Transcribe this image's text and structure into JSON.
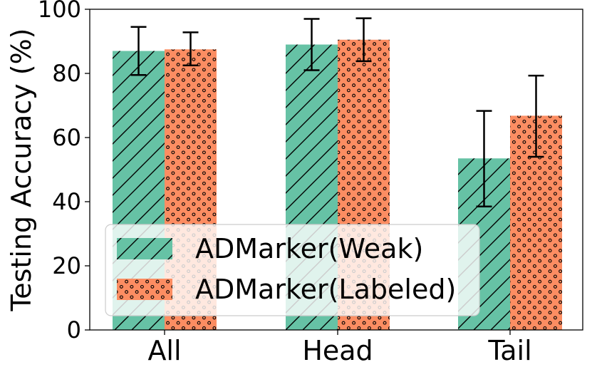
{
  "chart_data": {
    "type": "bar",
    "ylabel": "Testing Accuracy (%)",
    "xlabel": "",
    "categories": [
      "All",
      "Head",
      "Tail"
    ],
    "ylim": [
      0,
      100
    ],
    "yticks": [
      0,
      20,
      40,
      60,
      80,
      100
    ],
    "grid": false,
    "legend_position": "lower-left",
    "series": [
      {
        "name": "ADMarker(Weak)",
        "color": "#66c2a5",
        "hatch": "diagonal-lines",
        "values": [
          87,
          89,
          53.5
        ],
        "error_low": [
          79.5,
          81,
          38.5
        ],
        "error_high": [
          94.5,
          97,
          68.3
        ]
      },
      {
        "name": "ADMarker(Labeled)",
        "color": "#fc8d62",
        "hatch": "dots",
        "values": [
          87.5,
          90.5,
          66.8
        ],
        "error_low": [
          82.5,
          83.8,
          54
        ],
        "error_high": [
          92.8,
          97.2,
          79.3
        ]
      }
    ]
  }
}
